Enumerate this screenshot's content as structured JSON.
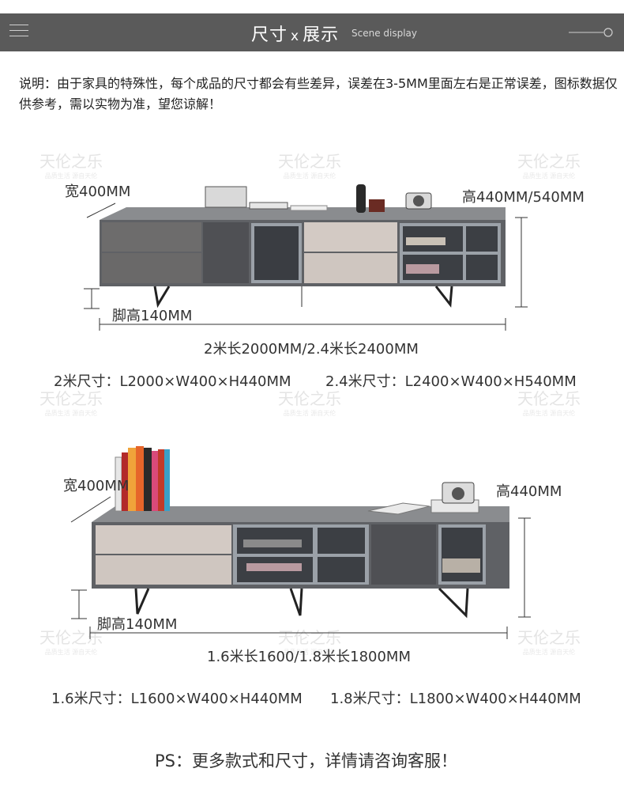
{
  "header": {
    "title_cn_left": "尺寸",
    "title_x": "x",
    "title_cn_right": "展示",
    "subtitle": "Scene display",
    "menu_icon": "hamburger-icon",
    "slider_icon": "slider-icon"
  },
  "note": "说明：由于家具的特殊性，每个成品的尺寸都会有些差异，误差在3-5MM里面左右是正常误差，图标数据仅供参考，需以实物为准，望您谅解！",
  "watermark": {
    "name": "天伦之乐",
    "slogan": "品质生活 源自天伦"
  },
  "section1": {
    "width_label": "宽400MM",
    "height_label": "高440MM/540MM",
    "leg_label": "脚高140MM",
    "length_label": "2米长2000MM/2.4米长2400MM",
    "spec_left": "2米尺寸：L2000×W400×H440MM",
    "spec_right": "2.4米尺寸：L2400×W400×H540MM"
  },
  "section2": {
    "width_label": "宽400MM",
    "height_label": "高440MM",
    "leg_label": "脚高140MM",
    "length_label": "1.6米长1600/1.8米长1800MM",
    "spec_left": "1.6米尺寸：L1600×W400×H440MM",
    "spec_right": "1.8米尺寸：L1800×W400×H440MM"
  },
  "ps": "PS：更多款式和尺寸，详情请咨询客服！"
}
